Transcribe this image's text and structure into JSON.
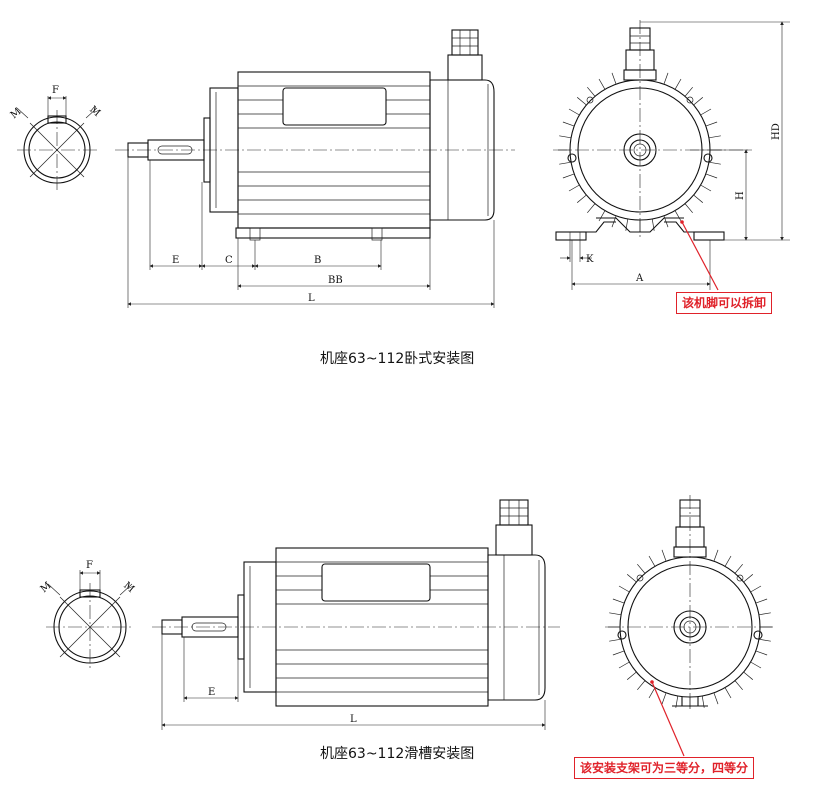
{
  "captions": {
    "horizontal": "机座63~112卧式安装图",
    "slide": "机座63~112滑槽安装图"
  },
  "notes": {
    "foot_removable": "该机脚可以拆卸",
    "bracket_division": "该安装支架可为三等分，四等分"
  },
  "dimension_labels": {
    "F": "F",
    "M": "M",
    "E": "E",
    "C": "C",
    "B": "B",
    "BB": "BB",
    "L": "L",
    "A": "A",
    "K": "K",
    "H": "H",
    "HD": "HD"
  },
  "colors": {
    "annotation": "#e0222a",
    "line": "#111111"
  }
}
